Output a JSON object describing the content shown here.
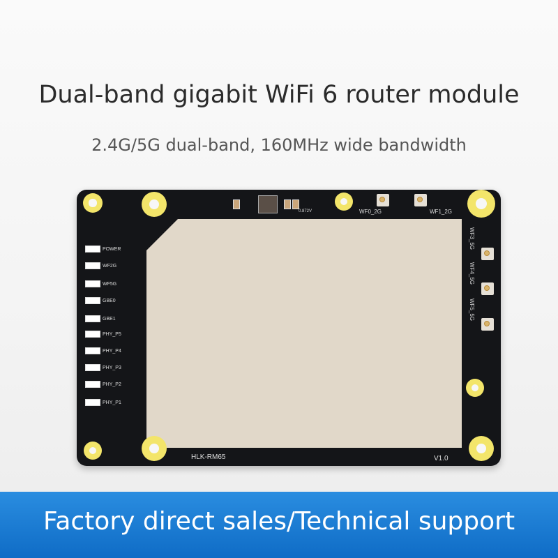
{
  "header": {
    "title": "Dual-band gigabit WiFi 6 router module",
    "subtitle": "2.4G/5G dual-band, 160MHz wide bandwidth"
  },
  "board": {
    "model": "HLK-RM65",
    "version": "V1.0",
    "voltage_label": "0.872V",
    "led_labels": [
      "POWER",
      "WF2G",
      "WF5G",
      "GBE0",
      "GBE1",
      "PHY_P5",
      "PHY_P4",
      "PHY_P3",
      "PHY_P2",
      "PHY_P1"
    ],
    "antenna_labels": [
      "WF0_2G",
      "WF1_2G",
      "WF3_5G",
      "WF4_5G",
      "WF5_5G"
    ]
  },
  "banner": {
    "text": "Factory direct sales/Technical support",
    "color": "#1a7bd6"
  }
}
